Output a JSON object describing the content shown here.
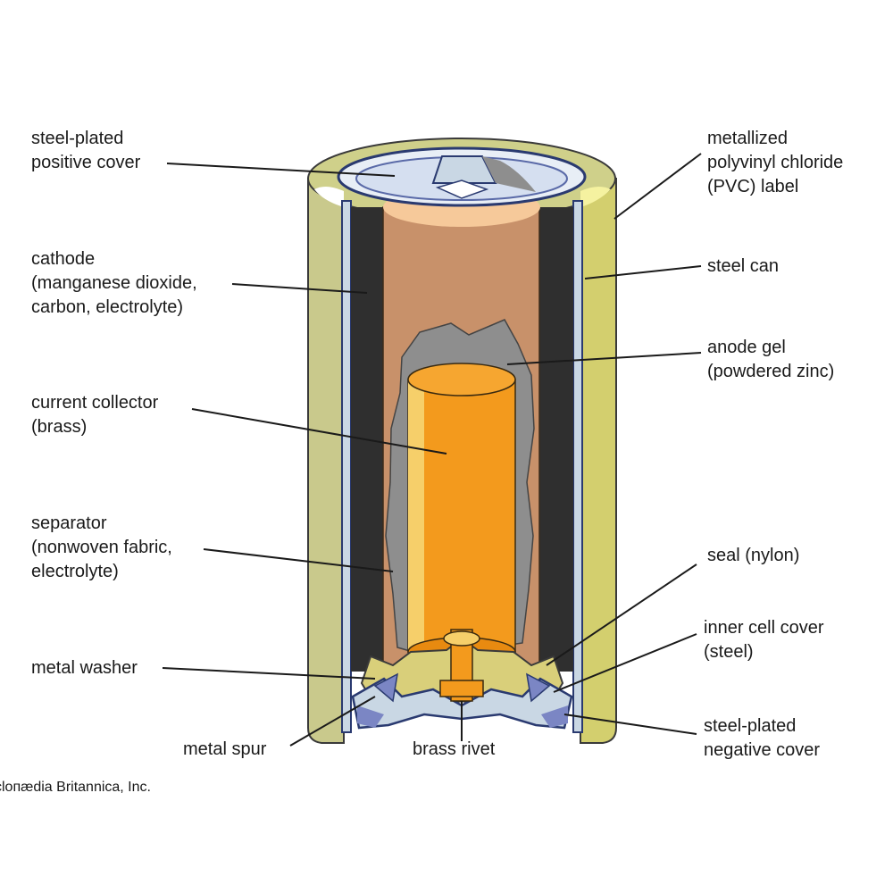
{
  "labels": {
    "positive_cover": [
      "steel-plated",
      "positive cover"
    ],
    "cathode": [
      "cathode",
      "(manganese dioxide,",
      "carbon, electrolyte)"
    ],
    "current_collector": [
      "current collector",
      "(brass)"
    ],
    "separator": [
      "separator",
      "(nonwoven fabric,",
      "electrolyte)"
    ],
    "metal_washer": [
      "metal washer"
    ],
    "metal_spur": [
      "metal spur"
    ],
    "brass_rivet": [
      "brass rivet"
    ],
    "pvc_label": [
      "metallized",
      "polyvinyl chloride",
      "(PVC) label"
    ],
    "steel_can": [
      "steel can"
    ],
    "anode_gel": [
      "anode gel",
      "(powdered zinc)"
    ],
    "seal": [
      "seal (nylon)"
    ],
    "inner_cell_cover": [
      "inner cell cover",
      "(steel)"
    ],
    "negative_cover": [
      "steel-plated",
      "negative cover"
    ]
  },
  "credit": "ycloпædia Britannica, Inc.",
  "colors": {
    "label_outer": "#cfd08a",
    "label_shade": "#a9a96a",
    "steel_can": "#c9d7e4",
    "cathode": "#2f2f2f",
    "separator_cavity": "#c8916a",
    "anode_gel": "#8e8e8e",
    "collector": "#f39a1d",
    "collector_highlight": "#f6cf6a",
    "seal": "#d9cf7a",
    "metal_blue": "#7b86c4",
    "leader": "#1a1a1a"
  }
}
